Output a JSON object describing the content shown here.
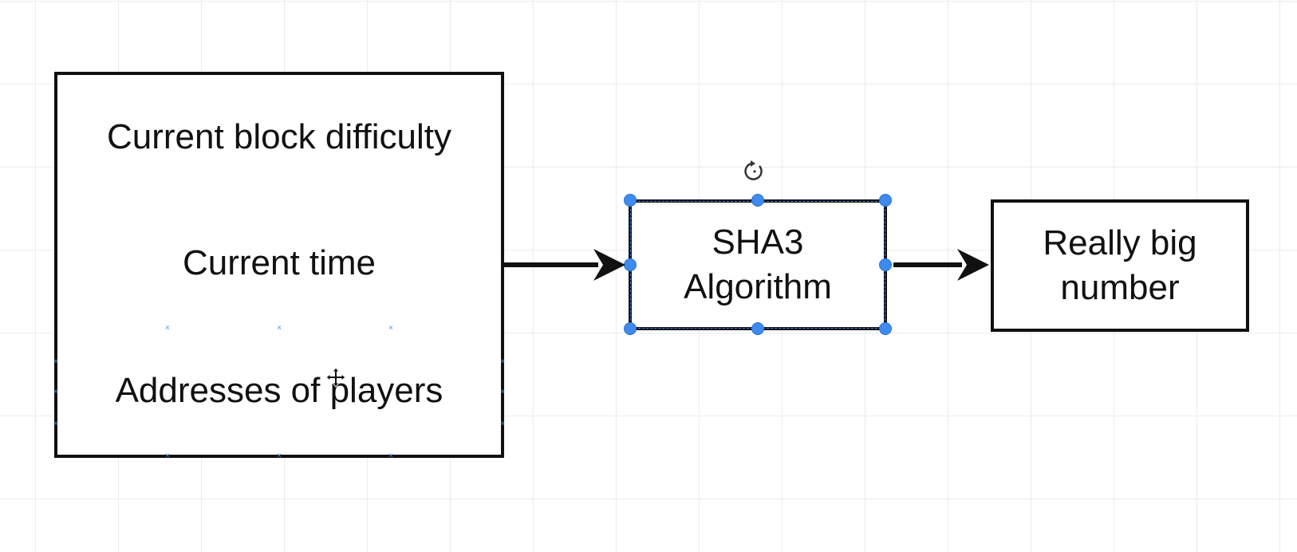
{
  "diagram": {
    "inputs": [
      {
        "label": "Current block difficulty"
      },
      {
        "label": "Current time"
      },
      {
        "label": "Addresses of players"
      }
    ],
    "process": {
      "line1": "SHA3",
      "line2": "Algorithm",
      "selected": true
    },
    "output": {
      "line1": "Really big",
      "line2": "number"
    }
  },
  "colors": {
    "stroke": "#111111",
    "selection": "#3d8bf0",
    "grid": "#ececec"
  },
  "icons": {
    "rotate": "rotate-icon",
    "move_cursor": "move-cursor-icon"
  }
}
